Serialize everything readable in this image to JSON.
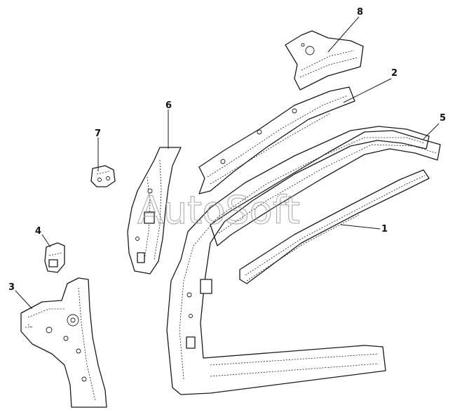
{
  "watermark": "AutoSoft",
  "callouts": {
    "c1": "1",
    "c2": "2",
    "c3": "3",
    "c4": "4",
    "c5": "5",
    "c6": "6",
    "c7": "7",
    "c8": "8"
  },
  "colors": {
    "line": "#1a1a1a",
    "background": "#ffffff",
    "watermark": "#9a9a9a"
  }
}
